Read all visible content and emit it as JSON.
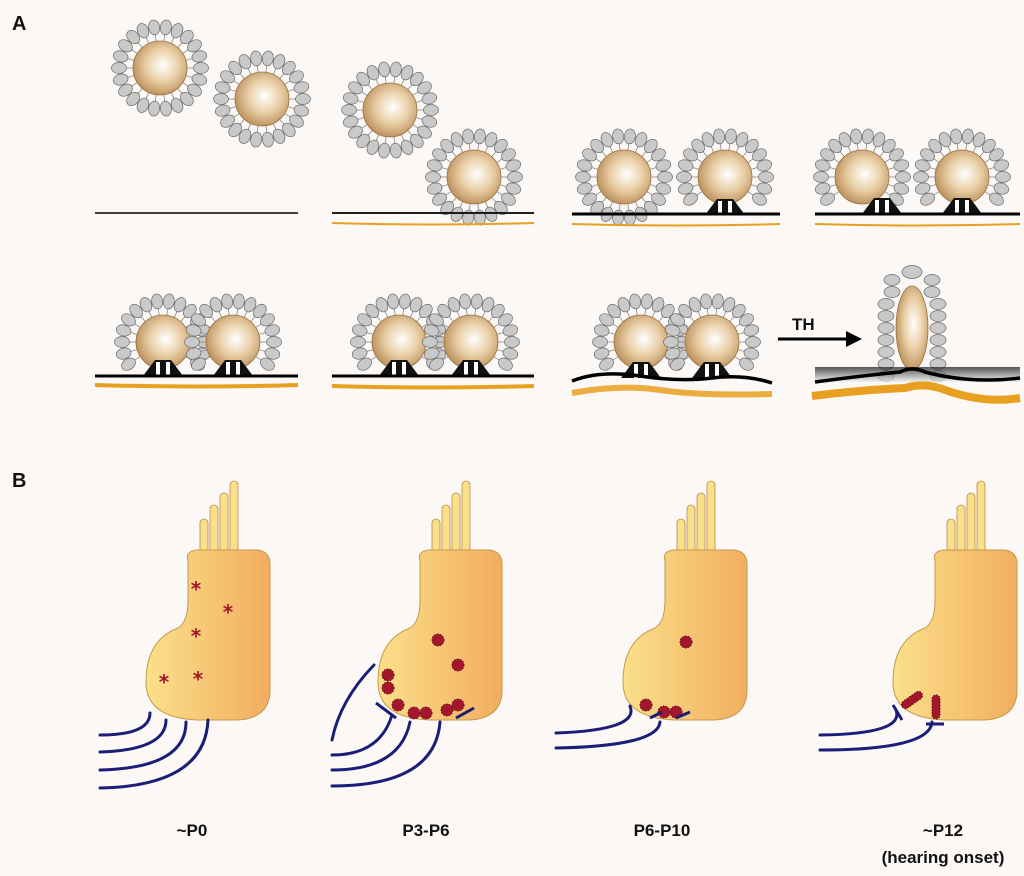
{
  "panels": {
    "a_letter": "A",
    "b_letter": "B"
  },
  "arrow_label": "TH",
  "stages": [
    {
      "label": "~P0"
    },
    {
      "label": "P3-P6"
    },
    {
      "label": "P6-P10"
    },
    {
      "label": "~P12"
    }
  ],
  "stage_note": "(hearing onset)",
  "colors": {
    "vesicle": "#c9c9c9",
    "vesicle_stroke": "#6a6a6a",
    "membrane": "#000000",
    "myelin": "#e8a020",
    "hair_cell": "#f7c46c",
    "synapse": "#a3162b",
    "nerve": "#1b1e78"
  }
}
